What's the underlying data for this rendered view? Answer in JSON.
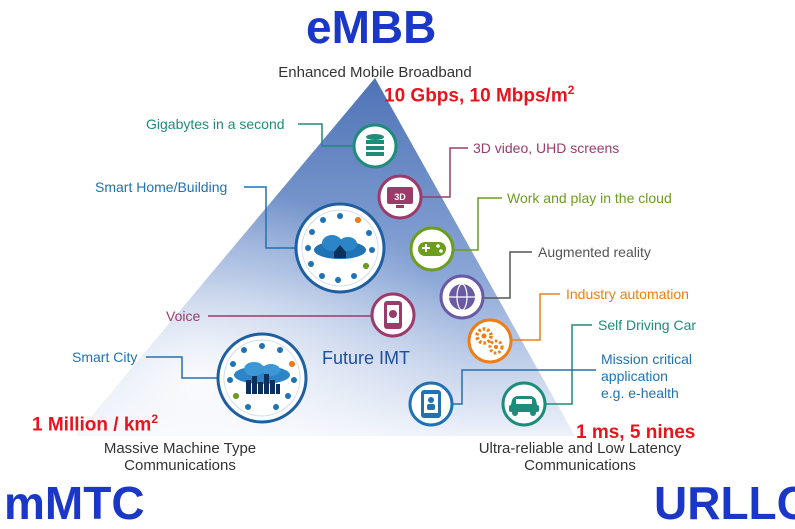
{
  "corners": {
    "embb": {
      "title": "eMBB",
      "subtitle": "Enhanced Mobile Broadband",
      "metric": "10 Gbps, 10 Mbps/m",
      "metric_sup": "2"
    },
    "mmtc": {
      "title": "mMTC",
      "subtitle_line1": "Massive Machine Type",
      "subtitle_line2": "Communications",
      "metric": "1 Million / km",
      "metric_sup": "2"
    },
    "urllc": {
      "title": "URLLC",
      "subtitle_line1": "Ultra-reliable and Low Latency",
      "subtitle_line2": "Communications",
      "metric": "1 ms, 5 nines"
    }
  },
  "center_label": "Future IMT",
  "use_cases": {
    "gigabytes": "Gigabytes in a second",
    "smart_home": "Smart Home/Building",
    "video": "3D video, UHD screens",
    "cloud": "Work and play in the cloud",
    "ar": "Augmented reality",
    "industry": "Industry automation",
    "voice": "Voice",
    "self_driving": "Self Driving Car",
    "smart_city": "Smart City",
    "mission_line1": "Mission critical",
    "mission_line2": "application",
    "mission_line3": "e.g. e-health"
  },
  "icon_texts": {
    "video_3d": "3D"
  },
  "colors": {
    "title_blue": "#1a37c8",
    "metric_red": "#e8141c",
    "teal": "#1e8c7a",
    "blue": "#1f72b3",
    "magenta": "#9b3b6a",
    "olive": "#6d9d1c",
    "gray": "#555555",
    "orange": "#f07d12"
  }
}
